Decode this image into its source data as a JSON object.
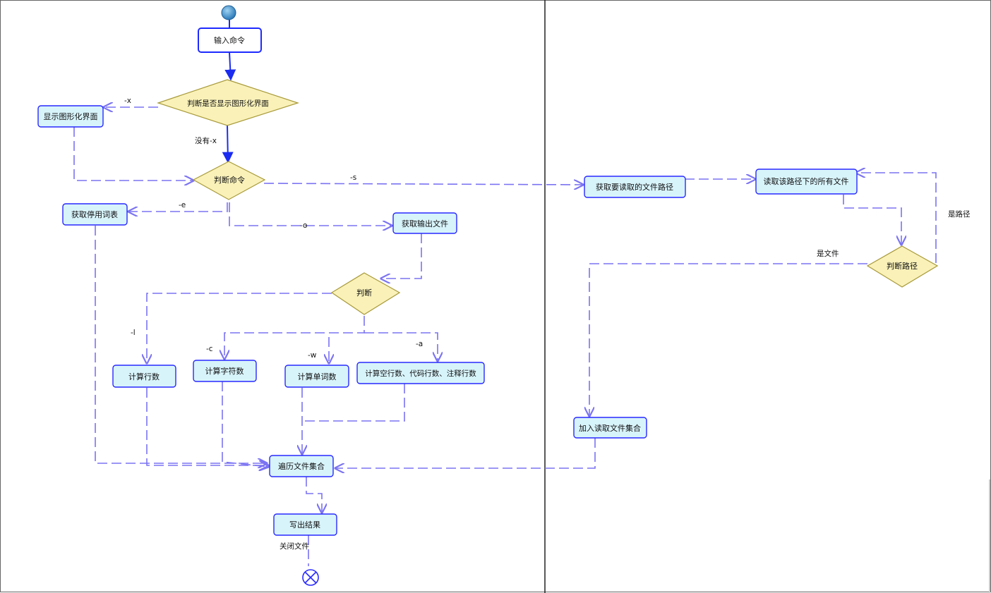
{
  "nodes": {
    "input_command": "输入命令",
    "decide_gui": "判断是否显示图形化界面",
    "show_gui": "显示图形化界面",
    "decide_command": "判断命令",
    "get_stoplist": "获取停用词表",
    "get_output_file": "获取输出文件",
    "decide": "判断",
    "count_lines": "计算行数",
    "count_chars": "计算字符数",
    "count_words": "计算单词数",
    "count_special": "计算空行数、代码行数、注释行数",
    "traverse_files": "遍历文件集合",
    "write_result": "写出结果",
    "get_read_path": "获取要读取的文件路径",
    "read_all_files": "读取该路径下的所有文件",
    "decide_path": "判断路径",
    "add_read_set": "加入读取文件集合"
  },
  "edges": {
    "x": "-x",
    "no_x": "没有-x",
    "s": "-s",
    "e": "-e",
    "o": "-o",
    "l": "-l",
    "c": "-c",
    "w": "-w",
    "a": "-a",
    "is_path": "是路径",
    "is_file": "是文件",
    "close_file": "关闭文件"
  },
  "colors": {
    "node_fill": "#d8f4fb",
    "node_stroke": "#2828ff",
    "diamond_fill": "#f9f1b8",
    "dashed_edge": "#7b73f2",
    "solid_edge": "#1b2cf0",
    "start_node": "#3a8fc8"
  }
}
